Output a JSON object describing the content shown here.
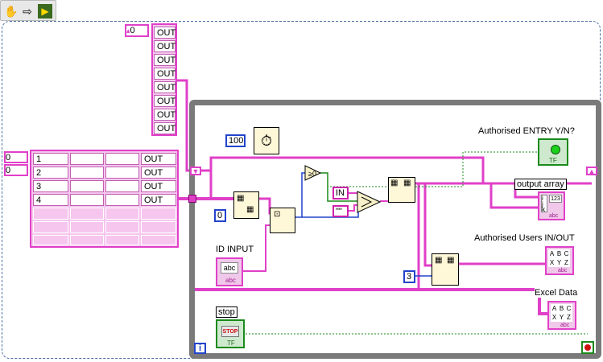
{
  "toolbar": {
    "run_tool_icon": "hand-icon",
    "arrow_icon": "arrow-right-icon",
    "highlight_icon": "lightbulb-icon"
  },
  "constants": {
    "index_top": "0",
    "index_array_a": "0",
    "index_array_b": "0",
    "wait_ms": "100",
    "index_zero": "0",
    "column_index": "3",
    "in_string": "IN",
    "empty_string": "\"\""
  },
  "out_column": [
    "OUT",
    "OUT",
    "OUT",
    "OUT",
    "OUT",
    "OUT",
    "OUT",
    "OUT"
  ],
  "table_rows": [
    {
      "id": "1",
      "status": "OUT"
    },
    {
      "id": "2",
      "status": "OUT"
    },
    {
      "id": "3",
      "status": "OUT"
    },
    {
      "id": "4",
      "status": "OUT"
    }
  ],
  "labels": {
    "authorised_entry": "Authorised ENTRY Y/N?",
    "output_array": "output array",
    "id_input": "ID INPUT",
    "authorised_users": "Authorised Users IN/OUT",
    "excel_data": "Excel Data",
    "stop": "stop",
    "loop_iteration": "i"
  },
  "terminals": {
    "id_input_type": "abc",
    "id_input_sub": "abc",
    "bool_sub": "TF",
    "stop_text": "STOP",
    "stop_sub": "TF",
    "output_array_type": "123",
    "output_array_rows": [
      "i",
      "j",
      "k"
    ],
    "output_array_sub": "abc",
    "table_letters": [
      "A",
      "B",
      "C",
      "X",
      "Y",
      "Z"
    ],
    "table_sub": "abc"
  },
  "colors": {
    "string_wire": "#e040c8",
    "numeric_wire": "#2244cc",
    "boolean_wire": "#1a8a1a",
    "loop_border": "#7a7a7a",
    "frame": "#4a6fa5"
  }
}
